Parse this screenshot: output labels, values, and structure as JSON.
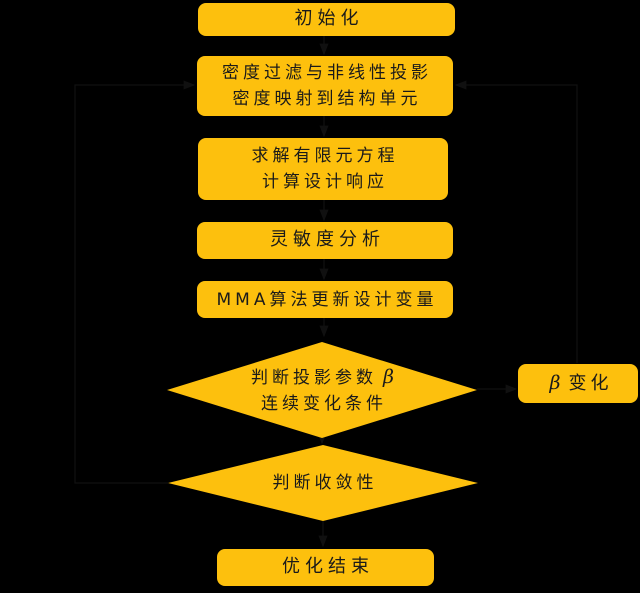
{
  "colors": {
    "background": "#000000",
    "node_fill": "#FDC00D",
    "node_text": "#1A1A1A"
  },
  "flowchart": {
    "init": {
      "label": "初始化"
    },
    "filter": {
      "line1": "密度过滤与非线性投影",
      "line2": "密度映射到结构单元"
    },
    "fem": {
      "line1": "求解有限元方程",
      "line2": "计算设计响应"
    },
    "sensitivity": {
      "label": "灵敏度分析"
    },
    "mma": {
      "label": "MMA算法更新设计变量"
    },
    "projection_check": {
      "line1_text": "判断投影参数",
      "line1_symbol": "β",
      "line2": "连续变化条件"
    },
    "beta_update": {
      "symbol": "β",
      "label": "变化"
    },
    "convergence_check": {
      "label": "判断收敛性"
    },
    "end": {
      "label": "优化结束"
    }
  }
}
